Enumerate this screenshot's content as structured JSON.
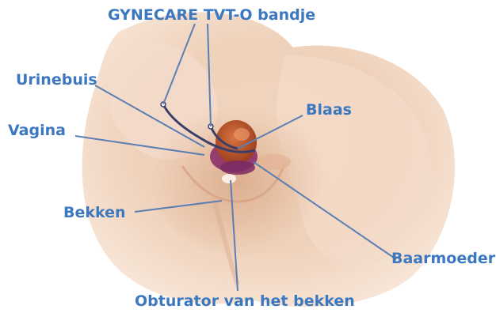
{
  "labels": {
    "gynecare": "GYNECARE TVT-O bandje",
    "urinebuis": "Urinebuis",
    "vagina": "Vagina",
    "blaas": "Blaas",
    "bekken": "Bekken",
    "baarmoeder": "Baarmoeder",
    "obturator": "Obturator van het bekken"
  },
  "colors": {
    "label": "#3c78c0",
    "skin_light": "#f7e3d3",
    "skin": "#eccdb4",
    "skin_dark": "#d9a887",
    "bladder": "#b9522a",
    "uterus": "#8c2f6b",
    "tape": "#3a3f6a",
    "leader": "#5c7fb3"
  }
}
